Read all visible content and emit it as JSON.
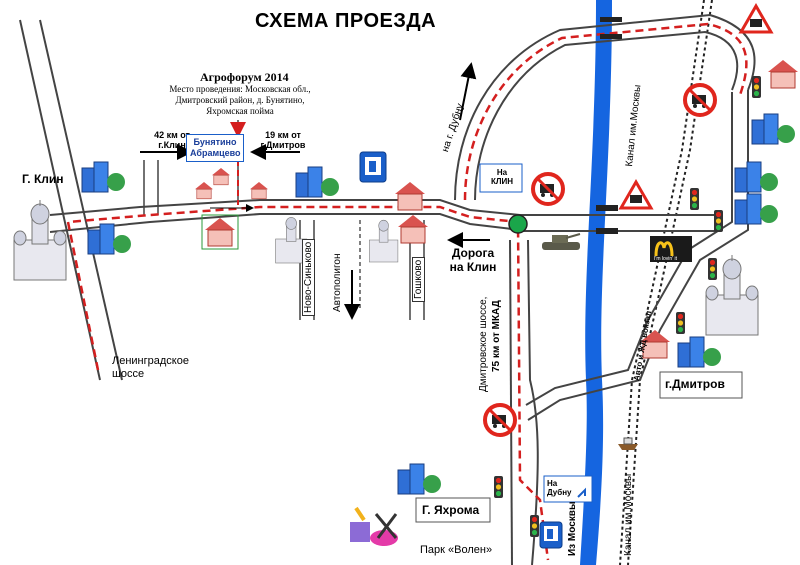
{
  "title": "СХЕМА ПРОЕЗДА",
  "event": {
    "name": "Агрофорум 2014",
    "venue": "Место проведения: Московская обл., Дмитровский район, д. Бунятино, Яхромская пойма"
  },
  "distance_klin": "42 км от г.Клин",
  "distance_dmitrov": "19 км от г.Дмитров",
  "bunyatino_box": "Бунятино Абрамцево",
  "towns": {
    "klin": "Г. Клин",
    "dmitrov": "г.Дмитров",
    "yakhroma": "Г. Яхрома"
  },
  "roads": {
    "leningradskoe": "Ленинградское шоссе",
    "to_dubna_top": "на г. Дубну",
    "dmitrovskoe": "Дмитровское шоссе,",
    "km_from_mkad": "75 км от МКАД",
    "road_to_klin": "Дорога на Клин",
    "na_klin": "На КЛИН",
    "na_dubnu": "На Дубну",
    "from_moscow": "Из Москвы",
    "avtopoligon": "Автополигон",
    "novo_sinkovo": "Ново-Синьково",
    "goshkovo": "Гошково"
  },
  "water": {
    "canal_north": "Канал им.Москвы",
    "canal_south": "Канал им.Москвы"
  },
  "places": {
    "station": "Авто и ЖД вокзал",
    "park": "Парк «Волен»",
    "mcdonalds_sign": "I'm lovin' it"
  },
  "colors": {
    "river": "#1565e0",
    "road_border": "#444444",
    "route": "#d41f1f",
    "sign_red": "#e0261d",
    "arrow_blue": "#1a5fc9"
  },
  "icons": [
    "church-icon",
    "house-icon",
    "city-block-icon",
    "traffic-light-icon",
    "no-trucks-sign-icon",
    "rail-crossing-sign-icon",
    "fuel-station-icon",
    "tank-monument-icon",
    "mcdonalds-icon",
    "ship-icon",
    "roundabout-icon"
  ]
}
